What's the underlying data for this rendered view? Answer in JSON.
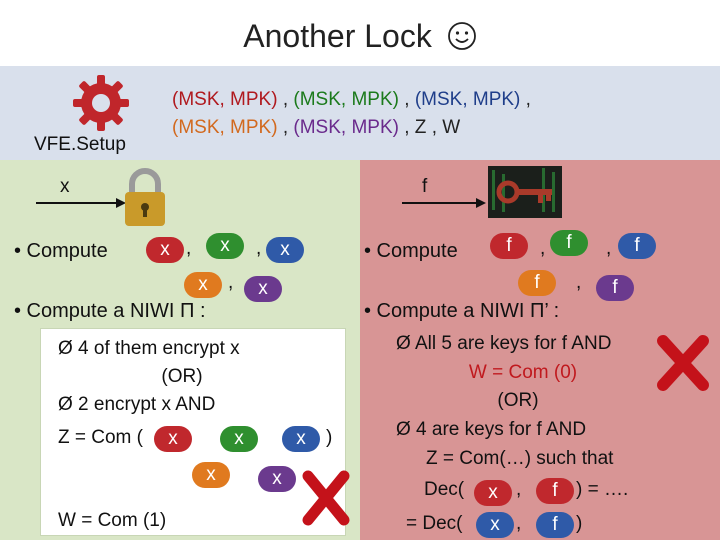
{
  "title": "Another Lock",
  "title_icon": "smiley-face-icon",
  "setup": {
    "label": "VFE.Setup",
    "icon": "gear-icon",
    "line1": [
      {
        "text": "(MSK, MPK)",
        "color": "red"
      },
      {
        "text": " , ",
        "color": "black"
      },
      {
        "text": "(MSK, MPK)",
        "color": "green"
      },
      {
        "text": " , ",
        "color": "black"
      },
      {
        "text": "(MSK, MPK)",
        "color": "blue"
      },
      {
        "text": " ,",
        "color": "black"
      }
    ],
    "line2": [
      {
        "text": "(MSK, MPK)",
        "color": "orange"
      },
      {
        "text": " , ",
        "color": "black"
      },
      {
        "text": "(MSK, MPK)",
        "color": "purple"
      },
      {
        "text": " , Z , W",
        "color": "black"
      }
    ]
  },
  "left": {
    "input_label": "x",
    "lock_icon": "padlock-icon",
    "compute_label": "• Compute",
    "sep1": ",",
    "sep2": ",",
    "sep3": ",",
    "pill_text": "x",
    "niwi_label": "• Compute a NIWI Π :",
    "box": {
      "item1": "Ø  4 of them encrypt x",
      "or": "(OR)",
      "item2": "Ø  2 encrypt x  AND",
      "z_label": "Z = Com (",
      "close": ")",
      "w_label": "W = Com (1)"
    }
  },
  "right": {
    "input_label": "f",
    "key_icon": "key-image-icon",
    "compute_label": "• Compute",
    "sep1": ",",
    "sep2": ",",
    "sep3": ",",
    "pill_text": "f",
    "niwi_label": "• Compute a NIWI Π’ :",
    "item1": "Ø  All 5 are keys for f  AND",
    "w_line": "W = Com (0)",
    "or": "(OR)",
    "item2": "Ø  4 are keys for f  AND",
    "z_line": "Z =  Com(…) such that",
    "dec1_pre": "Dec(",
    "dec1_mid": ",",
    "dec1_post": ") = ….",
    "dec2_pre": "= Dec(",
    "dec2_mid": ",",
    "dec2_post": ")",
    "x": "x",
    "f": "f"
  },
  "colors": {
    "setup_band": "#d9e0ec",
    "left_panel": "#d9e6c6",
    "right_panel": "#d89595",
    "x_mark": "#c4121a"
  }
}
